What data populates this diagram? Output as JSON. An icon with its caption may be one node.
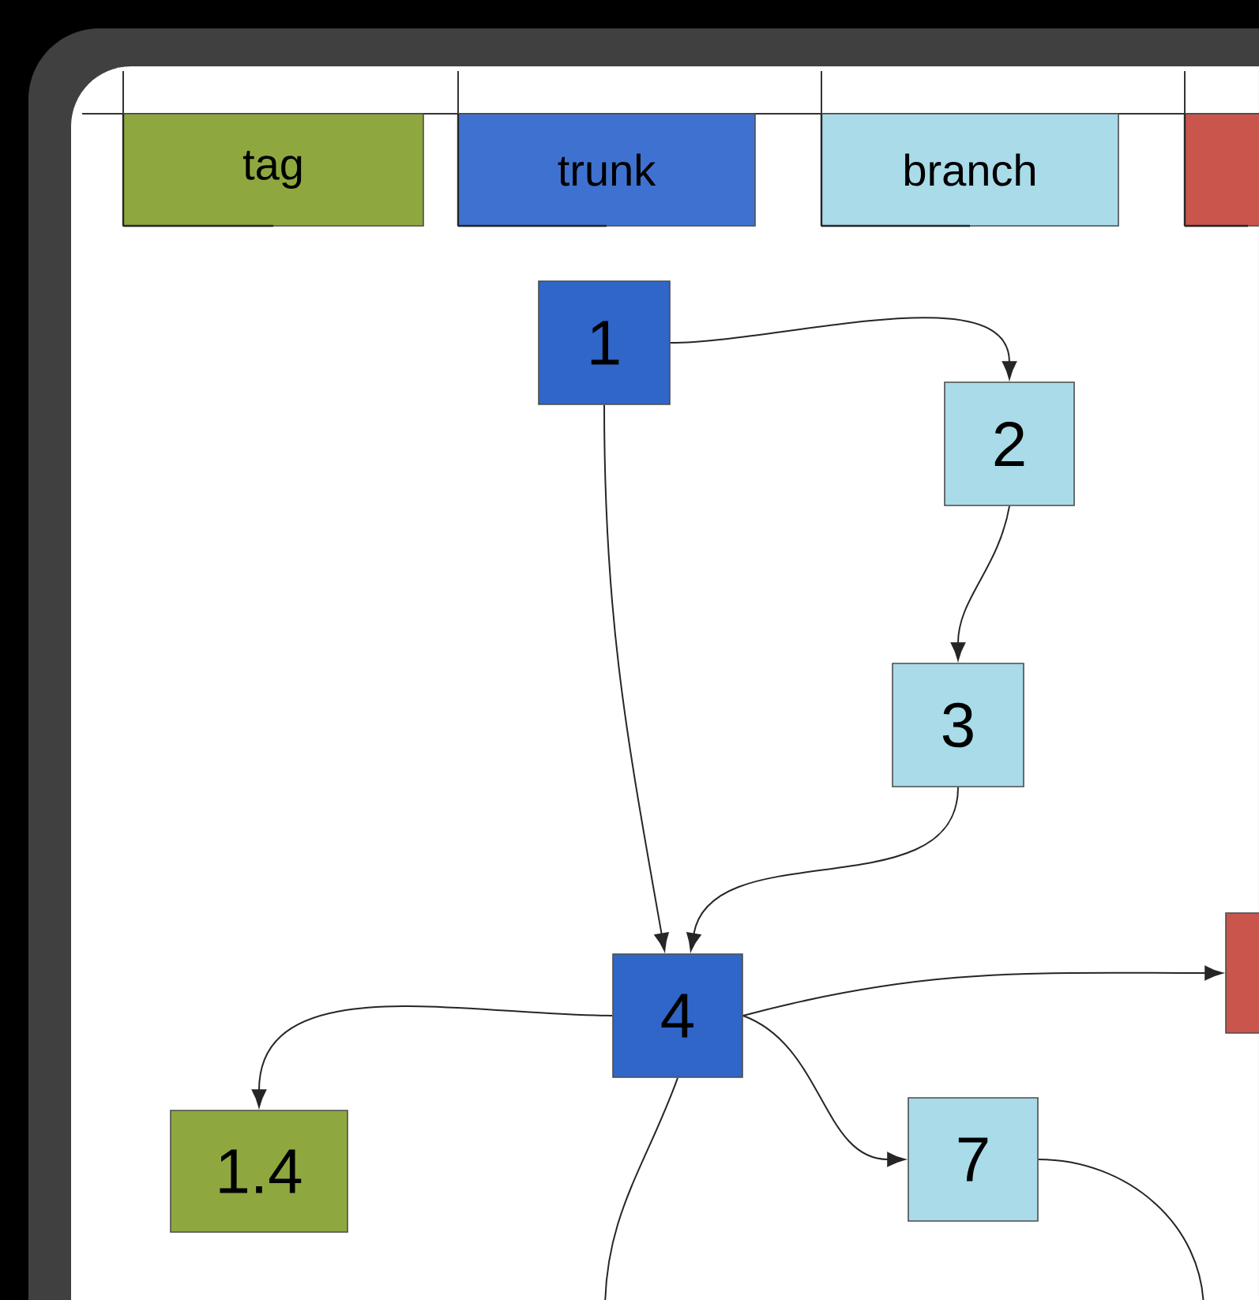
{
  "diagram": {
    "nodes": [
      {
        "text": [
          "tag"
        ]
      },
      {
        "text": [
          "trunk"
        ]
      },
      {
        "text": [
          "branch"
        ]
      },
      {
        "text": [],
        "shape": "box"
      },
      {
        "text": [
          "1"
        ]
      },
      {
        "text": [
          "2"
        ]
      },
      {
        "text": [
          "3"
        ]
      },
      {
        "text": [
          "4"
        ]
      },
      {
        "text": [],
        "shape": "box"
      },
      {
        "text": [
          "1.4"
        ]
      },
      {
        "text": [
          "7"
        ]
      }
    ],
    "edges": [
      {
        "from": 4,
        "to": 5,
        "arrow": "to"
      },
      {
        "from": 5,
        "to": 6,
        "arrow": "to"
      },
      {
        "from": 4,
        "to": 7,
        "arrow": "to"
      },
      {
        "from": 6,
        "to": 7,
        "arrow": "to"
      },
      {
        "from": 7,
        "to": 9,
        "arrow": "to"
      },
      {
        "from": 7,
        "to": 8,
        "arrow": "to"
      },
      {
        "from": 7,
        "to": 10,
        "arrow": "to"
      },
      {
        "from": 7,
        "to": null,
        "arrow": "none"
      },
      {
        "from": 10,
        "to": null,
        "arrow": "none"
      }
    ]
  }
}
